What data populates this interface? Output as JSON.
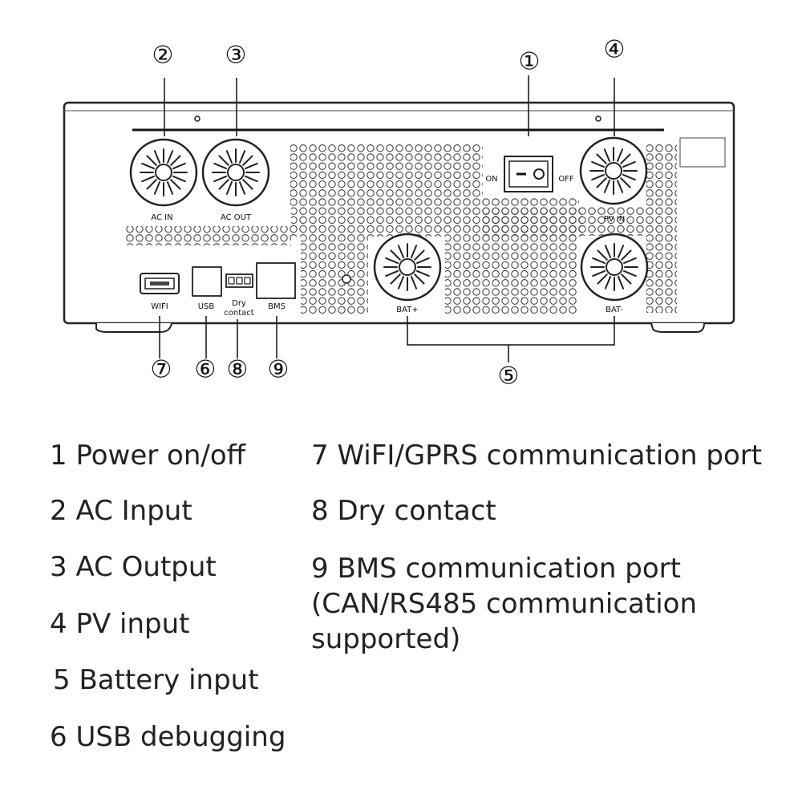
{
  "callouts": [
    "①",
    "②",
    "③",
    "④",
    "⑤",
    "⑥",
    "⑦",
    "⑧",
    "⑨"
  ],
  "panel_labels": {
    "ac_in": "AC IN",
    "ac_out": "AC OUT",
    "pv_in": "PV IN",
    "bat_plus": "BAT+",
    "bat_minus": "BAT-",
    "on": "ON",
    "off": "OFF",
    "wifi": "WIFI",
    "usb": "USB",
    "dry_line1": "Dry",
    "dry_line2": "contact",
    "bms": "BMS"
  },
  "legend": {
    "left": [
      "1 Power on/off",
      "2 AC Input",
      "3 AC Output",
      "4 PV input",
      "5 Battery input",
      "6 USB debugging"
    ],
    "right": [
      "7 WiFI/GPRS communication port",
      "8 Dry contact",
      "9 BMS communication port",
      "(CAN/RS485 communication",
      "supported)"
    ]
  }
}
